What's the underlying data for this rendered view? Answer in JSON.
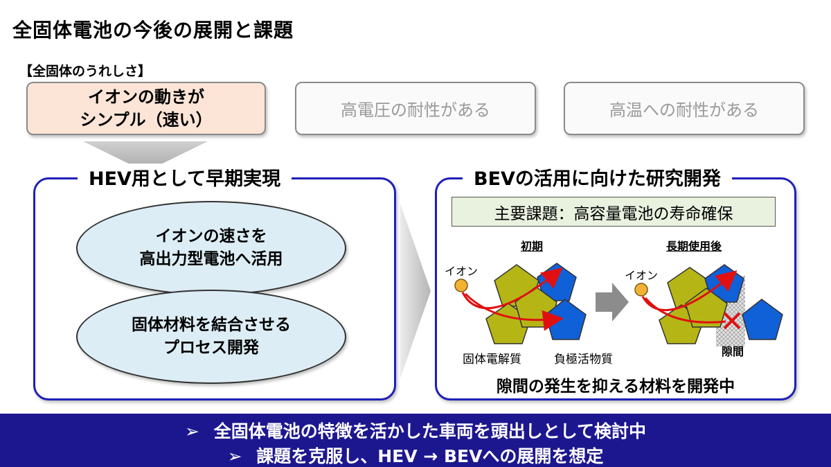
{
  "title": "全固体電池の今後の展開と課題",
  "subhead": "【全固体のうれしさ】",
  "top_boxes": [
    {
      "line1": "イオンの動きが",
      "line2": "シンプル（速い）"
    },
    {
      "label": "高電圧の耐性がある"
    },
    {
      "label": "高温への耐性がある"
    }
  ],
  "left_panel": {
    "title": "HEV用として早期実現",
    "ellipses": [
      {
        "line1": "イオンの速さを",
        "line2": "高出力型電池へ活用"
      },
      {
        "line1": "固体材料を結合させる",
        "line2": "プロセス開発"
      }
    ]
  },
  "right_panel": {
    "title": "BEVの活用に向けた研究開発",
    "key_issue": "主要課題：高容量電池の寿命確保",
    "initial_label": "初期",
    "after_label": "長期使用後",
    "ion_label": "イオン",
    "electrolyte_label": "固体電解質",
    "anode_label": "負極活物質",
    "gap_label": "隙間",
    "conclusion": "隙間の発生を抑える材料を開発中"
  },
  "bottom": {
    "bullet": "➢",
    "line1": "全固体電池の特徴を活かした車両を頭出しとして検討中",
    "line2": "課題を克服し、HEV → BEVへの展開を想定"
  },
  "colors": {
    "panel_border": "#1f1fb8",
    "bottom_bar": "#1d178f",
    "electrolyte": "#b5b616",
    "anode": "#1060d8",
    "ion": "#f2b234",
    "arrow": "#e01010",
    "highlight_box": "#fce5d6",
    "ellipse_fill": "#dcedf5",
    "key_box": "#e9f1df"
  }
}
